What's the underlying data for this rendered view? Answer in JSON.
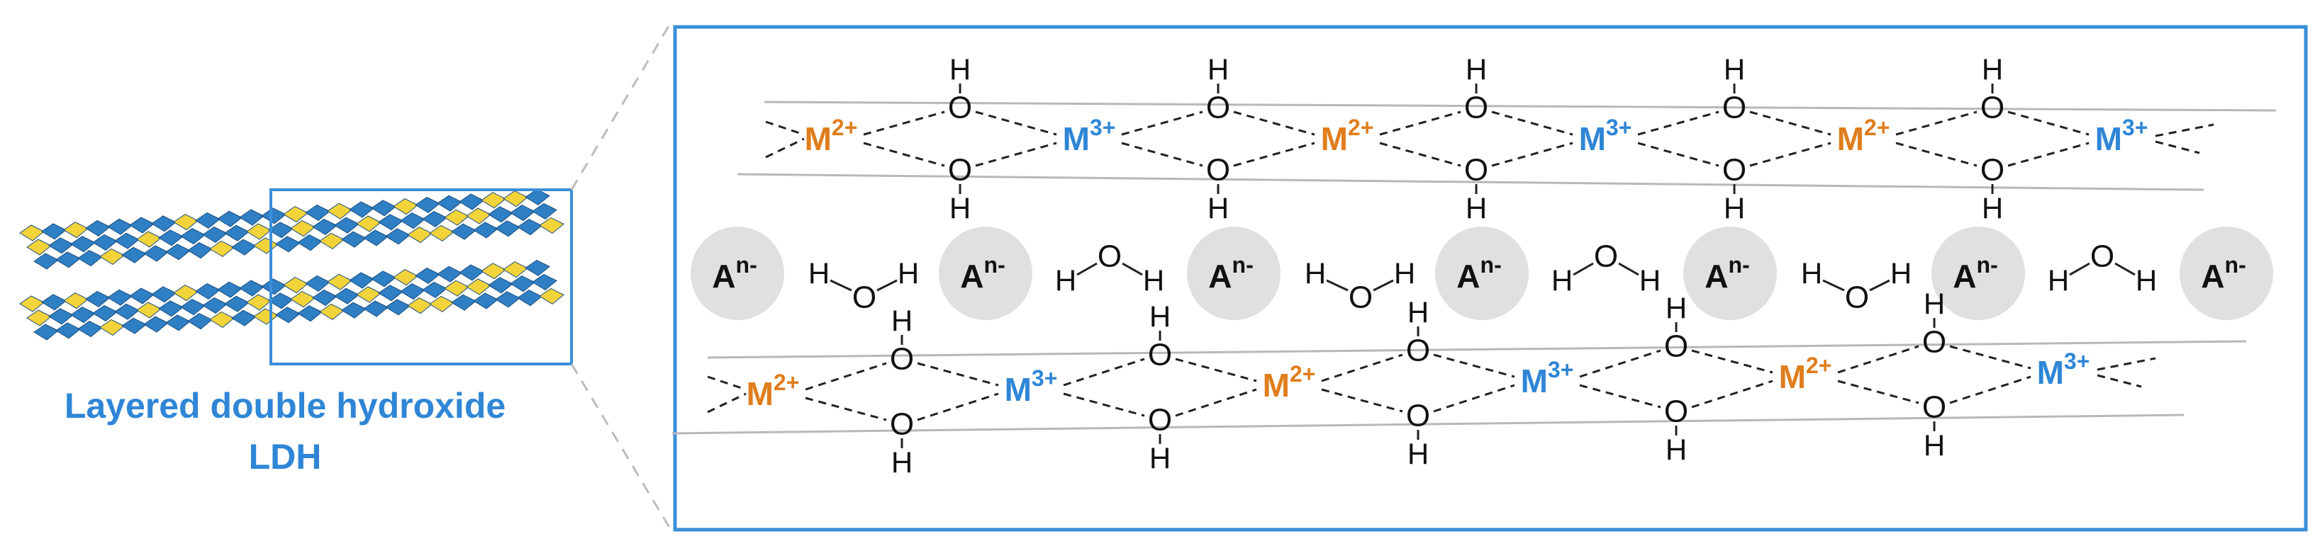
{
  "caption": {
    "line1": "Layered double hydroxide",
    "line2": "LDH"
  },
  "labels": {
    "hydrogen": "H",
    "oxygen": "O",
    "metal_symbol": "M",
    "divalent_charge": "2+",
    "trivalent_charge": "3+",
    "anion_symbol": "A",
    "anion_charge": "n-"
  },
  "colors": {
    "frame": "#3a8fd9",
    "caption": "#2f86d6",
    "divalent_metal": "#e07d1c",
    "trivalent_metal": "#2f86d6",
    "anion_circle": "#e0e0e0",
    "octahedron_blue": "#2f7fc4",
    "octahedron_yellow": "#f3d33a",
    "layer_line": "#b8b8b8",
    "bond": "#222222",
    "atom_text": "#111111"
  },
  "layers": [
    {
      "metals": [
        "2+",
        "3+",
        "2+",
        "3+",
        "2+",
        "3+"
      ]
    },
    {
      "metals": [
        "2+",
        "3+",
        "2+",
        "3+",
        "2+",
        "3+"
      ]
    }
  ],
  "interlayer": {
    "anion_count": 7,
    "water_count": 6
  }
}
